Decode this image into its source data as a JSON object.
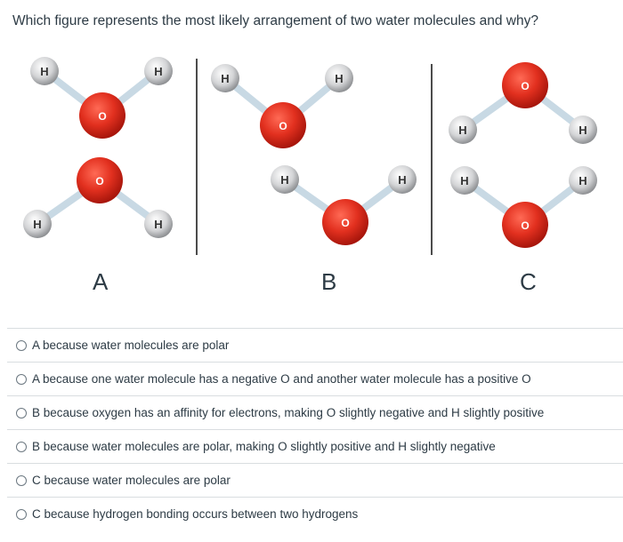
{
  "question": "Which figure represents the most likely arrangement of two water molecules and why?",
  "atoms": {
    "hydrogen": "H",
    "oxygen": "O"
  },
  "figures": [
    "A",
    "B",
    "C"
  ],
  "colors": {
    "oxygen": "#d42b1e",
    "hydrogen": "#c9cacc",
    "bond": "#c8d9e4",
    "text": "#2d3b45"
  },
  "options": [
    {
      "label": "A because water molecules are polar"
    },
    {
      "label": "A because one water molecule has a negative O and another water molecule has a positive O"
    },
    {
      "label": "B because oxygen has an affinity for electrons, making O slightly negative and H slightly positive"
    },
    {
      "label": "B because water molecules are polar, making O slightly positive and H slightly negative"
    },
    {
      "label": "C because water molecules are polar"
    },
    {
      "label": "C because hydrogen bonding occurs between two hydrogens"
    }
  ]
}
